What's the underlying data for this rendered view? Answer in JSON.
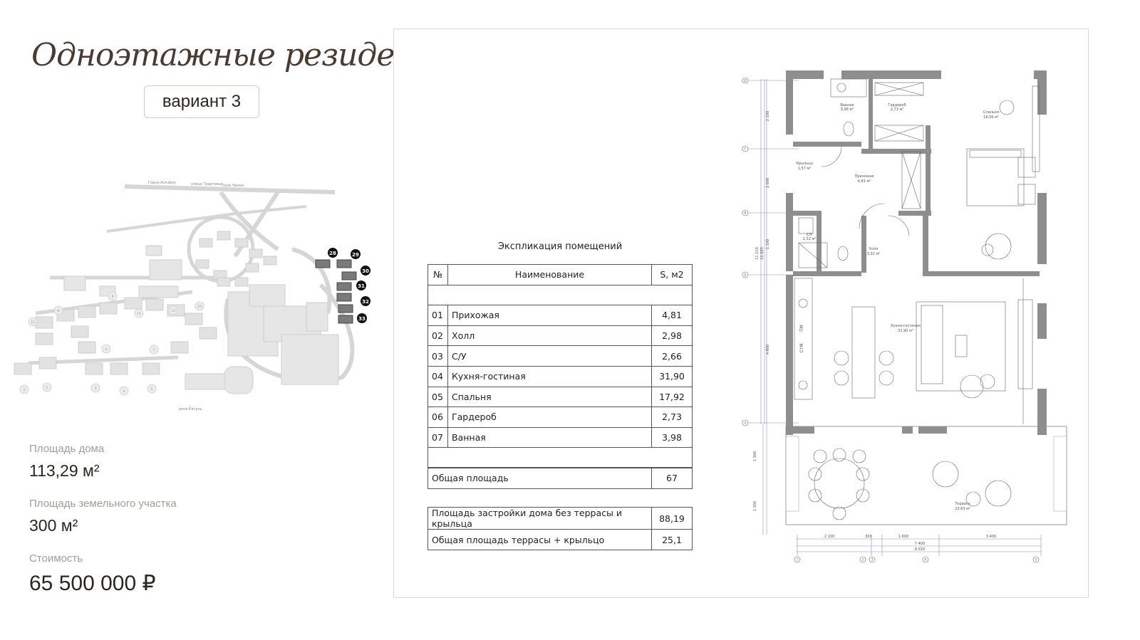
{
  "header": {
    "title": "Одноэтажные резиденции",
    "variant": "вариант 3"
  },
  "siteplan": {
    "road_labels": [
      "Горно-Алтайск",
      "улица Трактовая",
      "село Чемал"
    ],
    "river_label": "река Катунь",
    "highlight_numbers": [
      "28",
      "29",
      "30",
      "31",
      "32",
      "33"
    ],
    "lot_numbers": [
      "1",
      "2",
      "3",
      "4",
      "5",
      "6",
      "7",
      "8",
      "9",
      "10",
      "11",
      "12",
      "13"
    ]
  },
  "stats": {
    "house_area_label": "Площадь дома",
    "house_area_value": "113,29 м²",
    "land_area_label": "Площадь земельного участка",
    "land_area_value": "300 м²",
    "price_label": "Стоимость",
    "price_value": "65 500 000 ₽"
  },
  "explication": {
    "title": "Экспликация помещений",
    "col_num": "№",
    "col_name": "Наименование",
    "col_area": "S, м2",
    "rows": [
      {
        "num": "01",
        "name": "Прихожая",
        "area": "4,81"
      },
      {
        "num": "02",
        "name": "Холл",
        "area": "2,98"
      },
      {
        "num": "03",
        "name": "С/У",
        "area": "2,66"
      },
      {
        "num": "04",
        "name": "Кухня-гостиная",
        "area": "31,90"
      },
      {
        "num": "05",
        "name": "Спальня",
        "area": "17,92"
      },
      {
        "num": "06",
        "name": "Гардероб",
        "area": "2,73"
      },
      {
        "num": "07",
        "name": "Ванная",
        "area": "3,98"
      }
    ],
    "total_label": "Общая площадь",
    "total_value": "67",
    "built_label": "Площадь застройки дома без террасы и крыльца",
    "built_value": "88,19",
    "terrace_label": "Общая площадь террасы + крыльцо",
    "terrace_value": "25,1"
  },
  "plan": {
    "rooms": [
      {
        "name": "Ванная",
        "area": "3,98 м²"
      },
      {
        "name": "Гардероб",
        "area": "2,73 м²"
      },
      {
        "name": "Спальня",
        "area": "18,56 м²"
      },
      {
        "name": "Крыльцо",
        "area": "1,57 м²"
      },
      {
        "name": "Прихожая",
        "area": "4,81 м²"
      },
      {
        "name": "С/У",
        "area": "2,32 м²"
      },
      {
        "name": "Холл",
        "area": "3,32 м²"
      },
      {
        "name": "Кухня-гостиная",
        "area": "31,90 м²"
      },
      {
        "name": "Терраса",
        "area": "23,63 м²"
      }
    ],
    "appliance_labels": [
      "ПМ",
      "СтМ"
    ],
    "axis_letters": [
      "Д",
      "Г",
      "В",
      "Б",
      "А"
    ],
    "axis_numbers": [
      "1",
      "2",
      "3",
      "4",
      "5"
    ],
    "vertical_dims": [
      "2 100",
      "2 000",
      "1 100",
      "4 600",
      "1 300",
      "1 300"
    ],
    "overall_vertical": [
      "11 210",
      "10 600"
    ],
    "bottom_dims": [
      "2 100",
      "300",
      "1 600",
      "3 400"
    ],
    "bottom_total_1": "7 400",
    "bottom_total_2": "8 010"
  }
}
